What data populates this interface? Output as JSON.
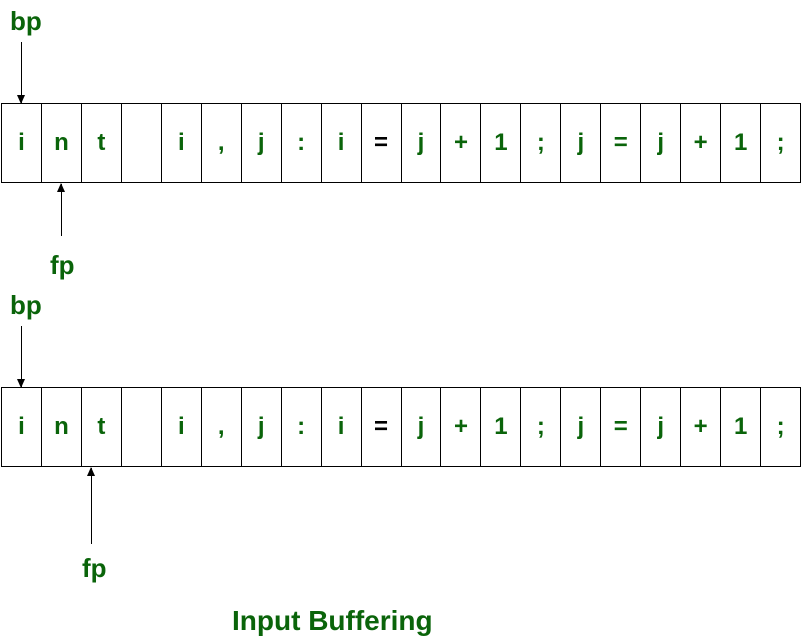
{
  "buffer_1": {
    "begin_label": "bp",
    "forward_label": "fp",
    "cells": [
      "i",
      "n",
      "t",
      "",
      "i",
      ",",
      "j",
      ":",
      "i",
      "=",
      "j",
      "+",
      "1",
      ";",
      "j",
      "=",
      "j",
      "+",
      "1",
      ";"
    ]
  },
  "buffer_2": {
    "begin_label": "bp",
    "forward_label": "fp",
    "cells": [
      "i",
      "n",
      "t",
      "",
      "i",
      ",",
      "j",
      ":",
      "i",
      "=",
      "j",
      "+",
      "1",
      ";",
      "j",
      "=",
      "j",
      "+",
      "1",
      ";"
    ]
  },
  "caption": "Input Buffering",
  "colors": {
    "text_green": "#0a640a",
    "line": "#000000",
    "background": "#ffffff"
  }
}
